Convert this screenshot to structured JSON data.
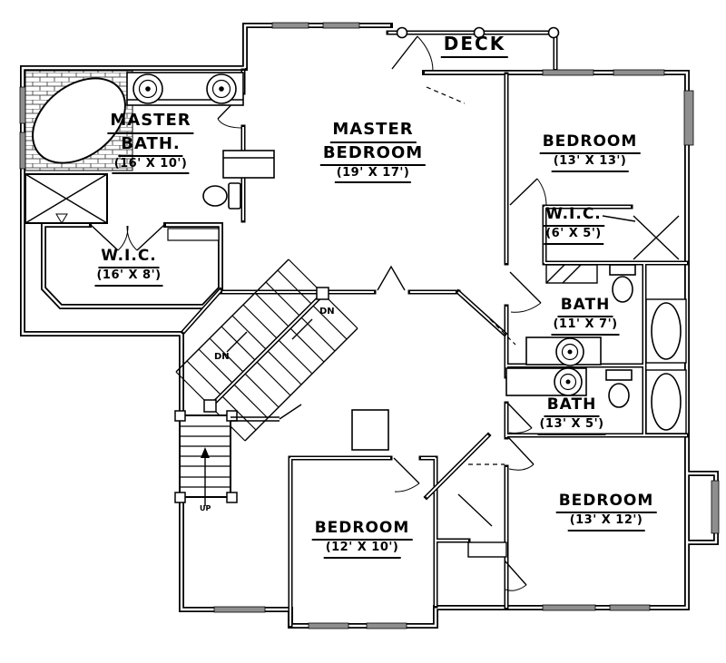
{
  "canvas": {
    "background": "#ffffff",
    "line_color": "#000000",
    "window_glass_color": "#8f8f8f"
  },
  "rooms": {
    "deck": {
      "name": "DECK"
    },
    "master_bath": {
      "line1": "MASTER",
      "line2": "BATH.",
      "dims": "(16' X 10')"
    },
    "master_bedroom": {
      "line1": "MASTER",
      "line2": "BEDROOM",
      "dims": "(19' X 17')"
    },
    "bedroom_ne": {
      "name": "BEDROOM",
      "dims": "(13' X 13')"
    },
    "wic_ne": {
      "name": "W.I.C.",
      "dims": "(6' X 5')"
    },
    "wic_west": {
      "name": "W.I.C.",
      "dims": "(16' X 8')"
    },
    "bath_upper": {
      "name": "BATH",
      "dims": "(11' X 7')"
    },
    "bath_lower": {
      "name": "BATH",
      "dims": "(13' X 5')"
    },
    "bedroom_south": {
      "name": "BEDROOM",
      "dims": "(12' X 10')"
    },
    "bedroom_se": {
      "name": "BEDROOM",
      "dims": "(13' X 12')"
    }
  },
  "stairs": {
    "main_down_label_right": "DN",
    "main_down_label_left": "DN",
    "small_stair_label": "UP"
  },
  "fixtures": [
    "corner-bathtub",
    "shower",
    "double-vanity-sinks",
    "toilets",
    "bathtubs",
    "vanity-sinks",
    "closet-shelves"
  ]
}
